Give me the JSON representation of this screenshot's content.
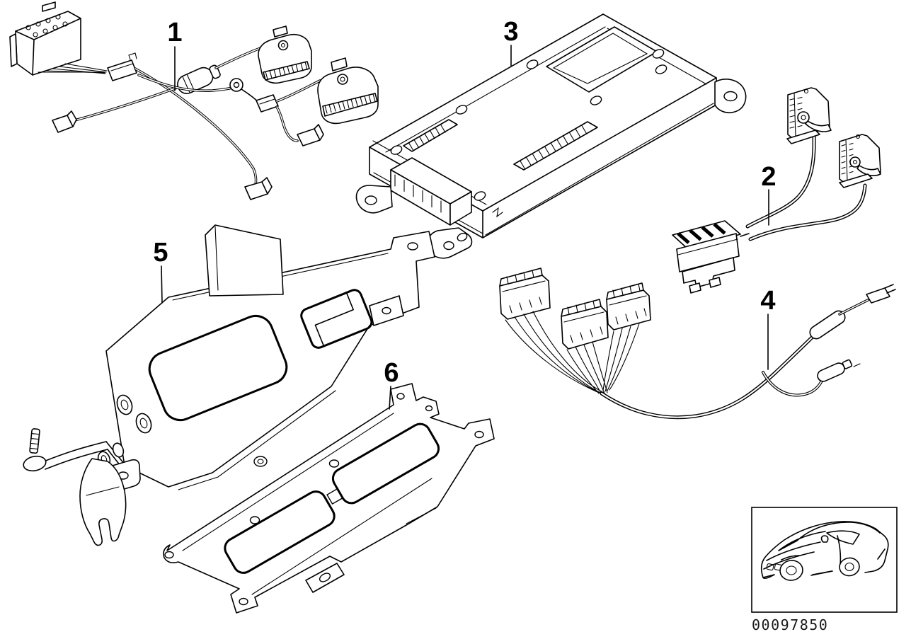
{
  "page": {
    "background": "#ffffff",
    "line_color": "#000000"
  },
  "callouts": {
    "c1": {
      "label": "1"
    },
    "c2": {
      "label": "2"
    },
    "c3": {
      "label": "3"
    },
    "c4": {
      "label": "4"
    },
    "c5": {
      "label": "5"
    },
    "c6": {
      "label": "6"
    }
  },
  "footer": {
    "part_number": "00097850"
  }
}
